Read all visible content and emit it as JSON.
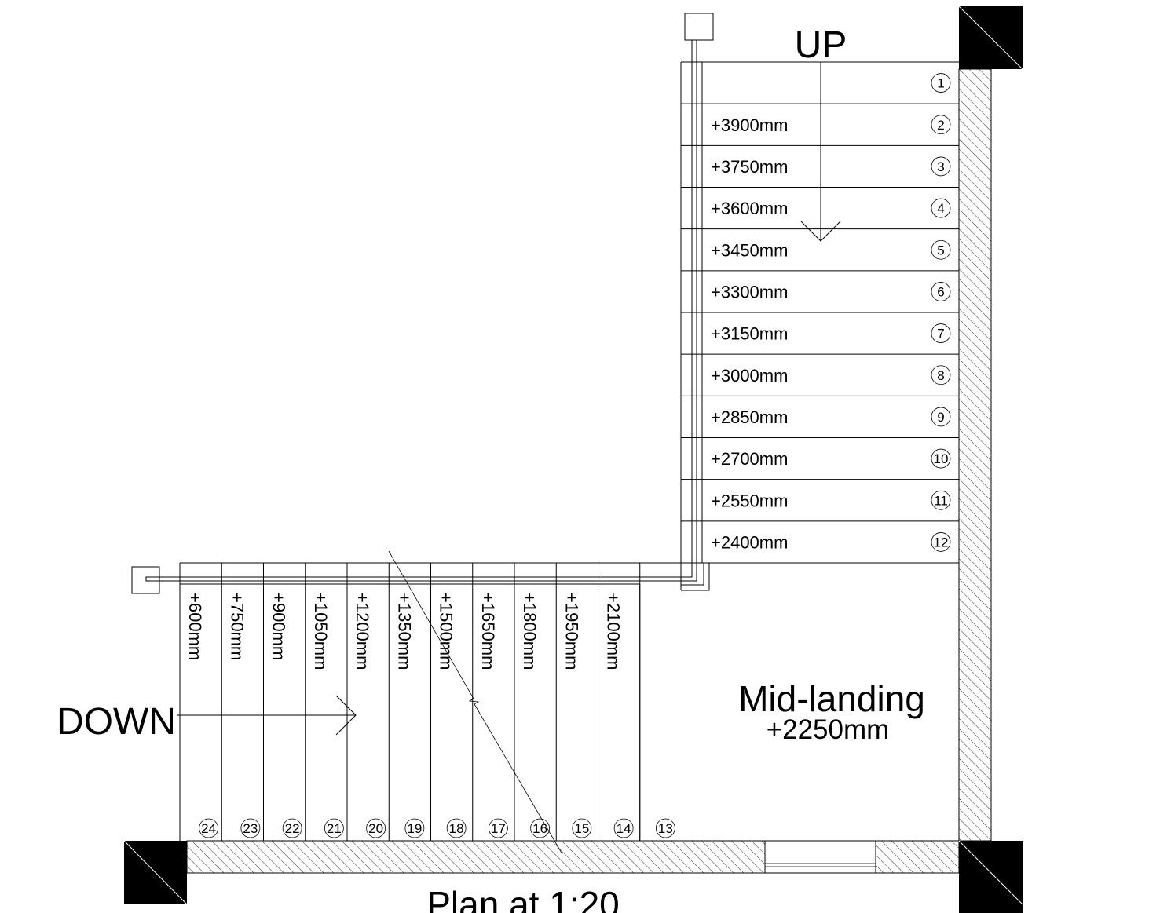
{
  "labels": {
    "up": "UP",
    "down": "DOWN",
    "landing_name": "Mid-landing",
    "landing_level": "+2250mm",
    "plan_title": "Plan at 1:20"
  },
  "upper_flight": [
    {
      "num": "1",
      "level": ""
    },
    {
      "num": "2",
      "level": "+3900mm"
    },
    {
      "num": "3",
      "level": "+3750mm"
    },
    {
      "num": "4",
      "level": "+3600mm"
    },
    {
      "num": "5",
      "level": "+3450mm"
    },
    {
      "num": "6",
      "level": "+3300mm"
    },
    {
      "num": "7",
      "level": "+3150mm"
    },
    {
      "num": "8",
      "level": "+3000mm"
    },
    {
      "num": "9",
      "level": "+2850mm"
    },
    {
      "num": "10",
      "level": "+2700mm"
    },
    {
      "num": "11",
      "level": "+2550mm"
    },
    {
      "num": "12",
      "level": "+2400mm"
    }
  ],
  "lower_flight": [
    {
      "num": "24",
      "level": "+600mm"
    },
    {
      "num": "23",
      "level": "+750mm"
    },
    {
      "num": "22",
      "level": "+900mm"
    },
    {
      "num": "21",
      "level": "+1050mm"
    },
    {
      "num": "20",
      "level": "+1200mm"
    },
    {
      "num": "19",
      "level": "+1350mm"
    },
    {
      "num": "18",
      "level": "+1500mm"
    },
    {
      "num": "17",
      "level": "+1650mm"
    },
    {
      "num": "16",
      "level": "+1800mm"
    },
    {
      "num": "15",
      "level": "+1950mm"
    },
    {
      "num": "14",
      "level": "+2100mm"
    },
    {
      "num": "13",
      "level": ""
    }
  ]
}
